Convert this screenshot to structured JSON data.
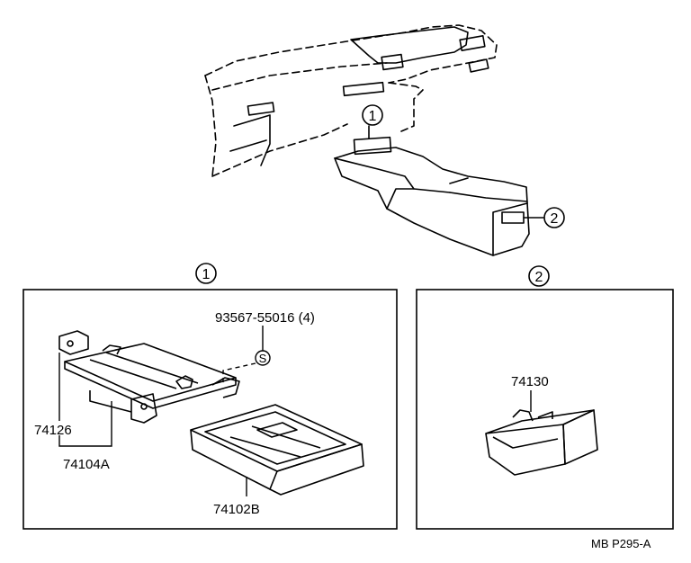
{
  "callouts": {
    "location_1": "1",
    "location_2": "2",
    "panel_1_header": "1",
    "panel_2_header": "2",
    "screw_symbol": "S"
  },
  "parts": {
    "screw": "93567-55016 (4)",
    "bracket": "74126",
    "holder_assy": "74104A",
    "front_tray": "74102B",
    "rear_tray": "74130"
  },
  "figure_ref": "MB P295-A"
}
